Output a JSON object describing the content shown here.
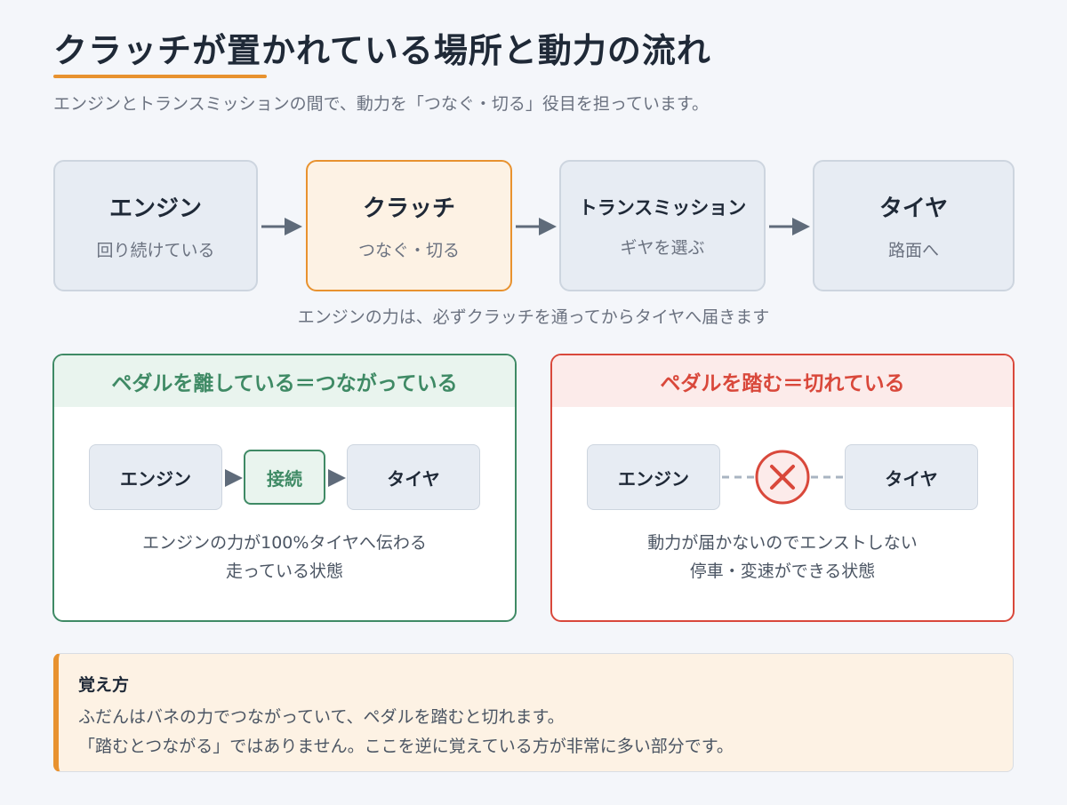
{
  "header": {
    "title": "クラッチが置かれている場所と動力の流れ",
    "subtitle": "エンジンとトランスミッションの間で、動力を「つなぐ・切る」役目を担っています。"
  },
  "flow": {
    "items": [
      {
        "name": "エンジン",
        "desc": "回り続けている"
      },
      {
        "name": "クラッチ",
        "desc": "つなぐ・切る"
      },
      {
        "name": "トランスミッション",
        "desc": "ギヤを選ぶ"
      },
      {
        "name": "タイヤ",
        "desc": "路面へ"
      }
    ],
    "caption": "エンジンの力は、必ずクラッチを通ってからタイヤへ届きます"
  },
  "connected": {
    "heading": "ペダルを離している＝つながっている",
    "left": "エンジン",
    "middle": "接続",
    "right": "タイヤ",
    "line1": "エンジンの力が100%タイヤへ伝わる",
    "line2": "走っている状態"
  },
  "disconnected": {
    "heading": "ペダルを踏む＝切れている",
    "left": "エンジン",
    "right": "タイヤ",
    "line1": "動力が届かないのでエンストしない",
    "line2": "停車・変速ができる状態"
  },
  "note": {
    "title": "覚え方",
    "line1": "ふだんはバネの力でつながっていて、ペダルを踏むと切れます。",
    "line2": "「踏むとつながる」ではありません。ここを逆に覚えている方が非常に多い部分です。"
  },
  "colors": {
    "accent": "#e8922f",
    "connected": "#3f8a65",
    "disconnected": "#d9483b",
    "arrow": "#5f6b7a"
  },
  "icons": {
    "flow_arrow": "arrow-right-icon",
    "disconnected_mark": "cross-circle-icon"
  }
}
